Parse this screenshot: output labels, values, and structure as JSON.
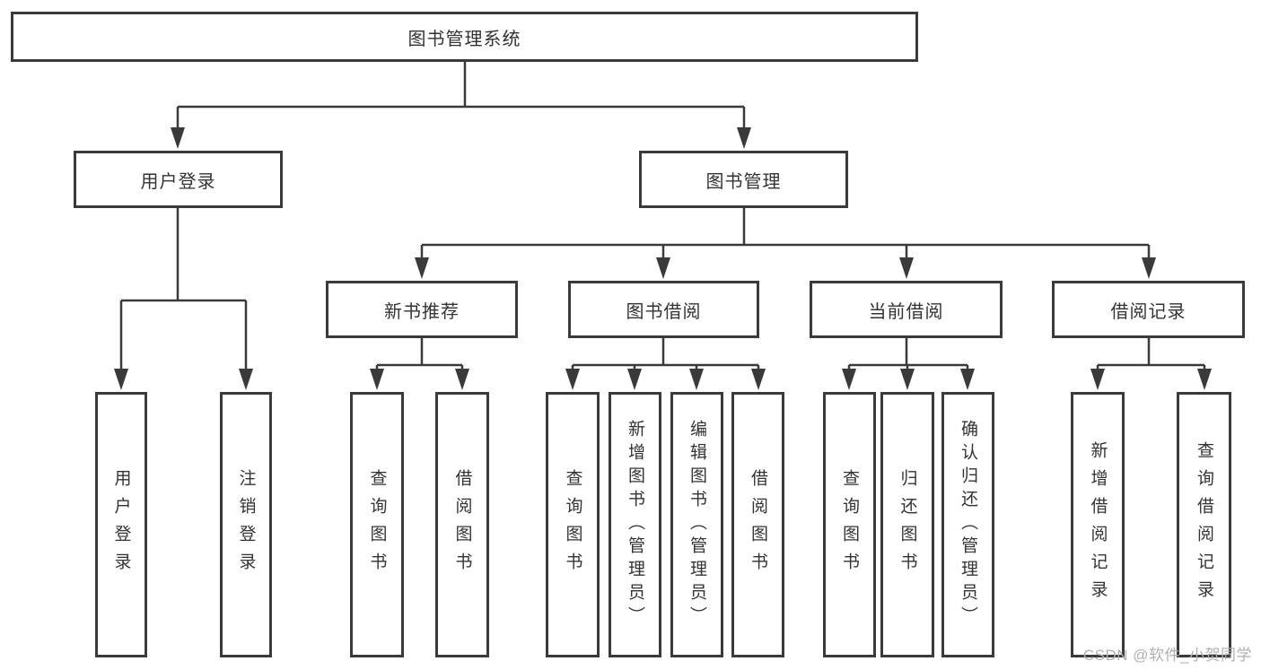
{
  "tree": {
    "root": "图书管理系统",
    "l2": [
      "用户登录",
      "图书管理"
    ],
    "l3": [
      "新书推荐",
      "图书借阅",
      "当前借阅",
      "借阅记录"
    ],
    "leaves": [
      "用户登录",
      "注销登录",
      "查询图书",
      "借阅图书",
      "查询图书",
      "新增图书（管理员）",
      "编辑图书（管理员）",
      "借阅图书",
      "查询图书",
      "归还图书",
      "确认归还（管理员）",
      "新增借阅记录",
      "查询借阅记录"
    ]
  },
  "colors": {
    "line": "#3a3a3a",
    "text": "#333333",
    "watermark": "#b0b0b0"
  },
  "watermark": "CSDN @软件_小贺同学"
}
